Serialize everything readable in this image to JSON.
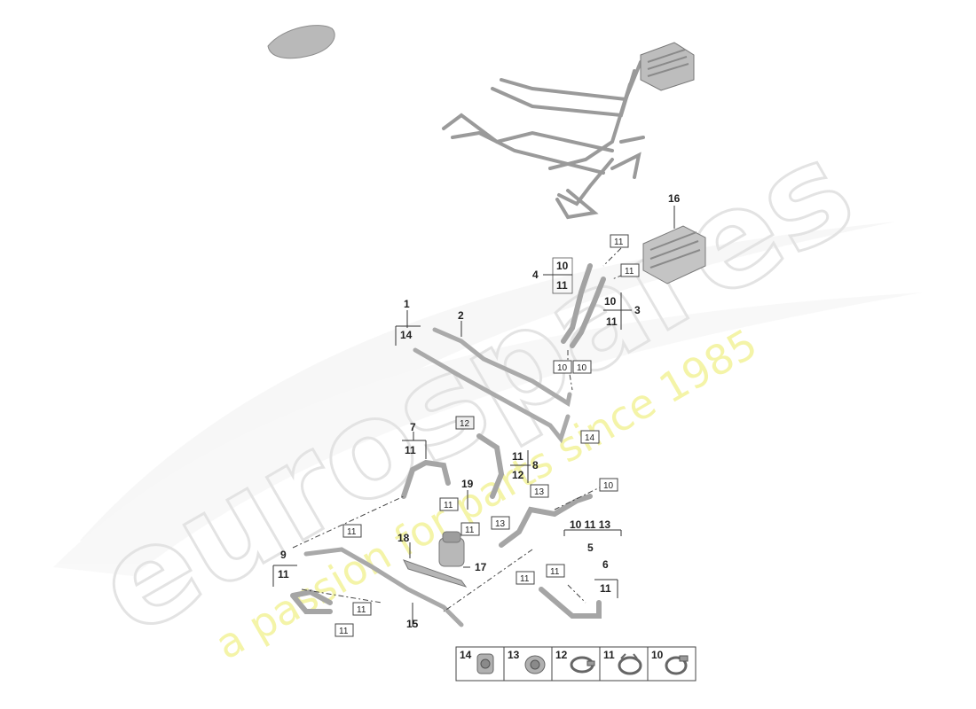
{
  "watermark": {
    "brand": "eurospares",
    "slogan": "a passion for parts since 1985"
  },
  "callouts": {
    "c1": "1",
    "c2": "2",
    "c3": "3",
    "c4": "4",
    "c5": "5",
    "c6": "6",
    "c7": "7",
    "c8": "8",
    "c9": "9",
    "c15": "15",
    "c16": "16",
    "c17": "17",
    "c18": "18",
    "c19": "19"
  },
  "sub_refs": {
    "r4a": "10",
    "r4b": "11",
    "r3a": "10",
    "r3b": "11",
    "r1": "14",
    "r7": "11",
    "r8a": "11",
    "r8b": "12",
    "r9": "11",
    "r5": "10 11 13",
    "r6": "11"
  },
  "boxed_refs": {
    "b11_top": "11",
    "b11_mid": "11",
    "b10_left": "10",
    "b10_right": "10",
    "b14_right": "14",
    "b12": "12",
    "b11_left": "11",
    "b11_17a": "11",
    "b11_17b": "11",
    "b13_a": "13",
    "b13_b": "13",
    "b10_far": "10",
    "b11_6a": "11",
    "b11_6b": "11",
    "b11_low": "11",
    "b11_bottom": "11"
  },
  "legend": [
    {
      "num": "14",
      "icon": "grommet-icon"
    },
    {
      "num": "13",
      "icon": "sleeve-icon"
    },
    {
      "num": "12",
      "icon": "hose-clamp-icon"
    },
    {
      "num": "11",
      "icon": "spring-clamp-icon"
    },
    {
      "num": "10",
      "icon": "quick-clamp-icon"
    }
  ]
}
